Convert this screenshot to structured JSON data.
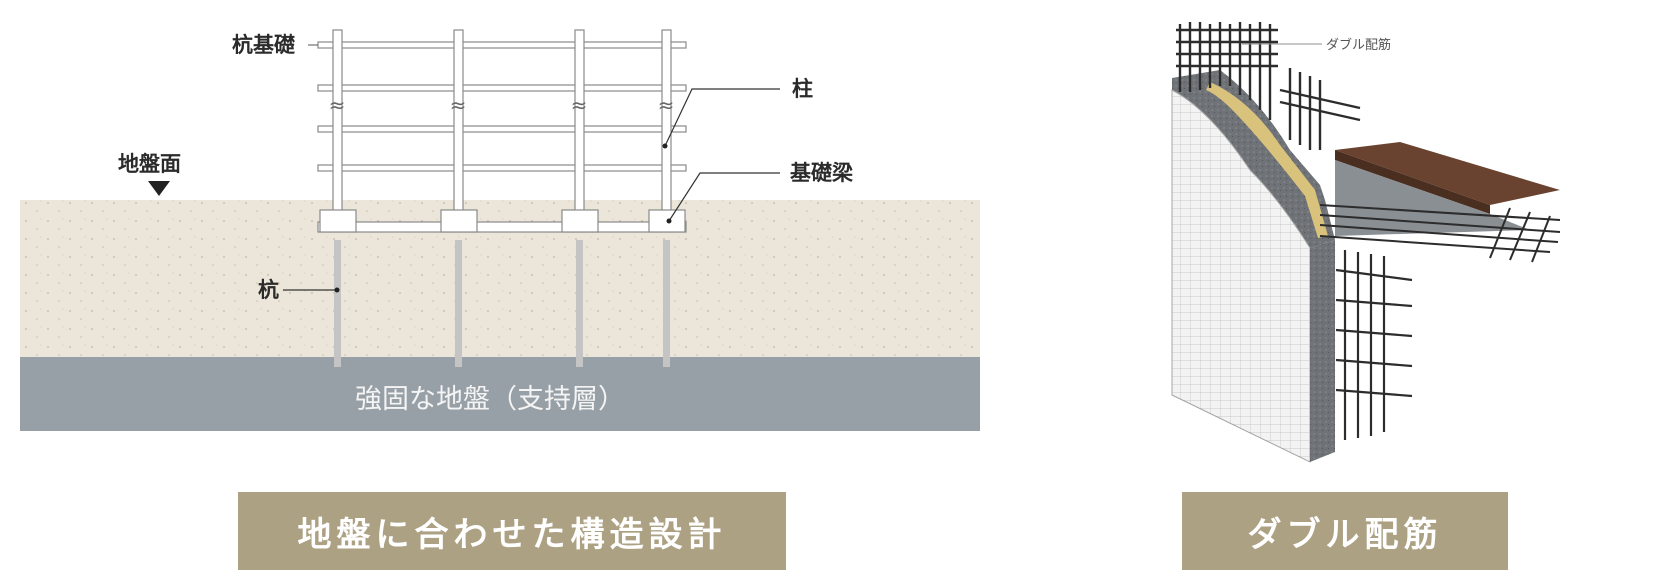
{
  "foundation": {
    "label_pile_foundation": "杭基礎",
    "label_ground_surface": "地盤面",
    "label_column": "柱",
    "label_foundation_beam": "基礎梁",
    "label_pile": "杭",
    "label_bearing_layer": "強固な地盤（支持層）",
    "break_mark": "≈",
    "colors": {
      "soil": "#ebe6d9",
      "bearing_layer": "#97a0a7",
      "frame": "#ffffff",
      "frame_outline": "#8a8a8a",
      "pile": "#c4c4c4"
    }
  },
  "rebar": {
    "label_double_rebar": "ダブル配筋",
    "colors": {
      "wall_face": "#f2f2f2",
      "concrete": "#6f7377",
      "insulation": "#d9c27c",
      "floor": "#6a4330",
      "rebar": "#2c2c2c"
    }
  },
  "captions": {
    "left": "地盤に合わせた構造設計",
    "right": "ダブル配筋",
    "background": "#ada184"
  }
}
